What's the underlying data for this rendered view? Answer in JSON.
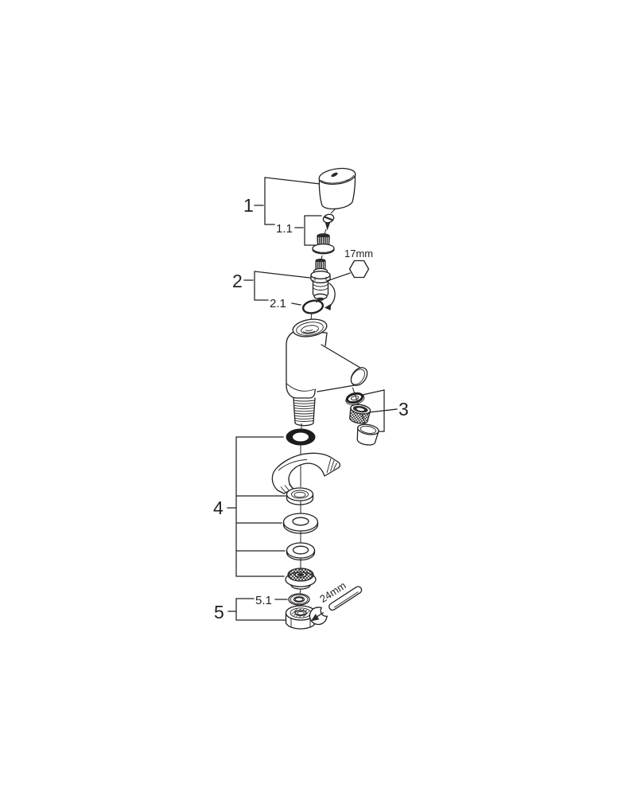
{
  "diagram": {
    "background_color": "#ffffff",
    "line_color": "#231f20",
    "callouts": {
      "part1": "1",
      "part1_1": "1.1",
      "part2": "2",
      "part2_1": "2.1",
      "part3": "3",
      "part4": "4",
      "part5": "5",
      "part5_1": "5.1"
    },
    "tool_annotations": {
      "hex_size": "17mm",
      "wrench_size": "24mm"
    }
  }
}
